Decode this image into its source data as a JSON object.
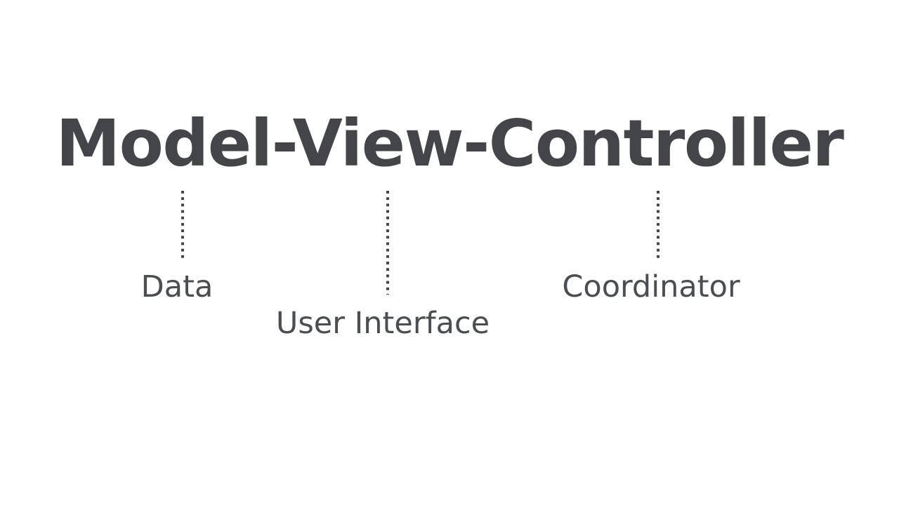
{
  "slide": {
    "background_color": "#ffffff",
    "title": {
      "text": "Model-View-Controller",
      "color": "#434548"
    },
    "accent_color": "#434548",
    "label_color": "#4a4d52",
    "annotations": [
      {
        "term": "Model",
        "label": "Data",
        "connector": "dotted-vertical-line"
      },
      {
        "term": "View",
        "label": "User Interface",
        "connector": "dotted-vertical-line"
      },
      {
        "term": "Controller",
        "label": "Coordinator",
        "connector": "dotted-vertical-line"
      }
    ]
  }
}
